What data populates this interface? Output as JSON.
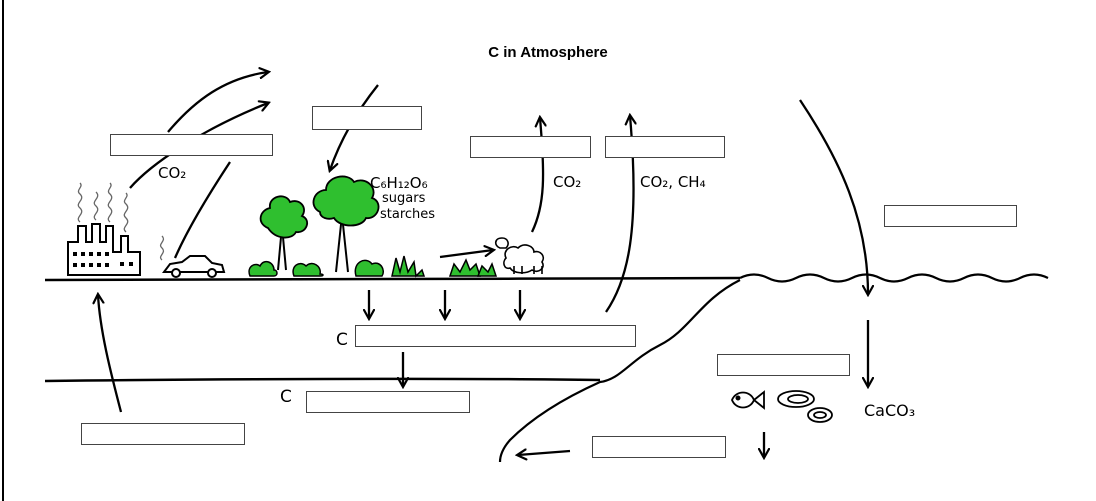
{
  "title": "C in Atmosphere",
  "labels": {
    "co2_industry": "CO₂",
    "glucose": "C₆H₁₂O₆",
    "sugars": "sugars",
    "starches": "starches",
    "co2_animal": "CO₂",
    "co2_ch4": "CO₂, CH₄",
    "c_soil": "C",
    "c_deep": "C",
    "caco3": "CaCO₃"
  },
  "answer_boxes": {
    "box_1": "",
    "box_2": "",
    "box_3": "",
    "box_4": "",
    "box_5": "",
    "box_6": "",
    "box_7": "",
    "box_8": "",
    "box_9": "",
    "box_10": ""
  },
  "colors": {
    "ink": "#000000",
    "tree_green": "#2fbf2f",
    "box_border": "#444444"
  }
}
